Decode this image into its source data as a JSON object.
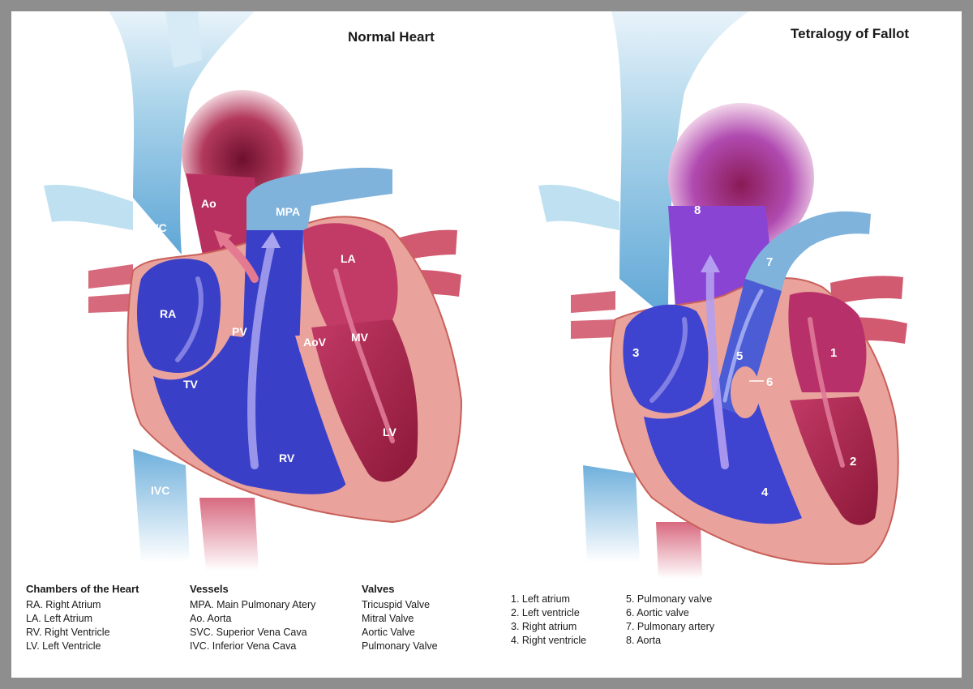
{
  "normal": {
    "title": "Normal Heart",
    "labels": {
      "ao": "Ao",
      "mpa": "MPA",
      "svc": "SVC",
      "la": "LA",
      "ra": "RA",
      "pv": "PV",
      "aov": "AoV",
      "mv": "MV",
      "tv": "TV",
      "lv": "LV",
      "rv": "RV",
      "ivc": "IVC"
    },
    "legend": {
      "chambers": {
        "heading": "Chambers of the Heart",
        "items": [
          "RA. Right Atrium",
          "LA. Left Atrium",
          "RV. Right Ventricle",
          "LV. Left Ventricle"
        ]
      },
      "vessels": {
        "heading": "Vessels",
        "items": [
          "MPA. Main Pulmonary Atery",
          "Ao. Aorta",
          "SVC. Superior Vena Cava",
          "IVC. Inferior Vena Cava"
        ]
      },
      "valves": {
        "heading": "Valves",
        "items": [
          "Tricuspid Valve",
          "Mitral Valve",
          "Aortic Valve",
          "Pulmonary Valve"
        ]
      }
    }
  },
  "tof": {
    "title": "Tetralogy of Fallot",
    "labels": {
      "n1": "1",
      "n2": "2",
      "n3": "3",
      "n4": "4",
      "n5": "5",
      "n6": "6",
      "n7": "7",
      "n8": "8"
    },
    "legend": {
      "left": [
        "1. Left atrium",
        "2. Left ventricle",
        "3. Right atrium",
        "4. Right ventricle"
      ],
      "right": [
        "5. Pulmonary valve",
        "6. Aortic valve",
        "7. Pulmonary artery",
        "8. Aorta"
      ]
    }
  },
  "colors": {
    "deoxygenated": "#3a3fc8",
    "oxygenated": "#b8305a",
    "mixed": "#7a3ad0",
    "vein": "#a9d3ea",
    "muscle": "#e9a39c",
    "frame": "#8e8e8e"
  }
}
